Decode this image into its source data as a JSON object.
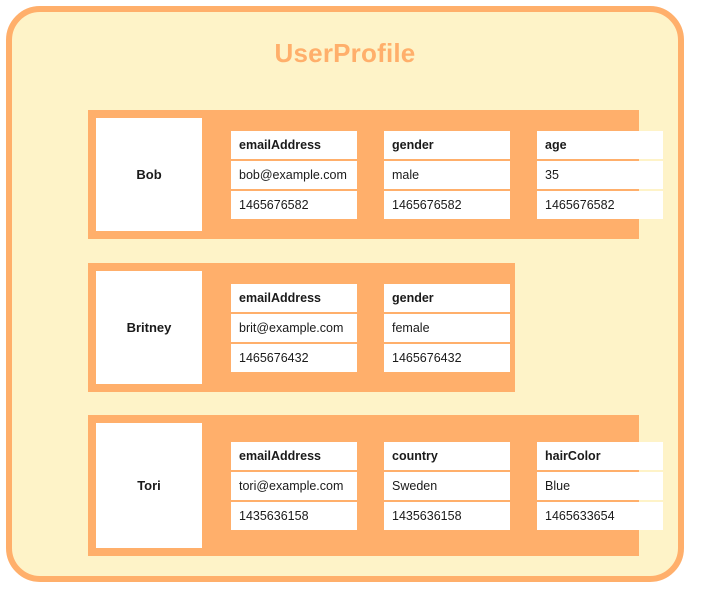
{
  "diagram": {
    "title": "UserProfile",
    "colors": {
      "accent": "#ffaf6b",
      "background": "#fef3c8",
      "cell": "#ffffff",
      "text": "#1a1a1a"
    },
    "rows": [
      {
        "name": "Bob",
        "columns": [
          {
            "key": "emailAddress",
            "value": "bob@example.com",
            "timestamp": "1465676582"
          },
          {
            "key": "gender",
            "value": "male",
            "timestamp": "1465676582"
          },
          {
            "key": "age",
            "value": "35",
            "timestamp": "1465676582"
          }
        ]
      },
      {
        "name": "Britney",
        "columns": [
          {
            "key": "emailAddress",
            "value": "brit@example.com",
            "timestamp": "1465676432"
          },
          {
            "key": "gender",
            "value": "female",
            "timestamp": "1465676432"
          }
        ]
      },
      {
        "name": "Tori",
        "columns": [
          {
            "key": "emailAddress",
            "value": "tori@example.com",
            "timestamp": "1435636158"
          },
          {
            "key": "country",
            "value": "Sweden",
            "timestamp": "1435636158"
          },
          {
            "key": "hairColor",
            "value": "Blue",
            "timestamp": "1465633654"
          }
        ]
      }
    ]
  }
}
